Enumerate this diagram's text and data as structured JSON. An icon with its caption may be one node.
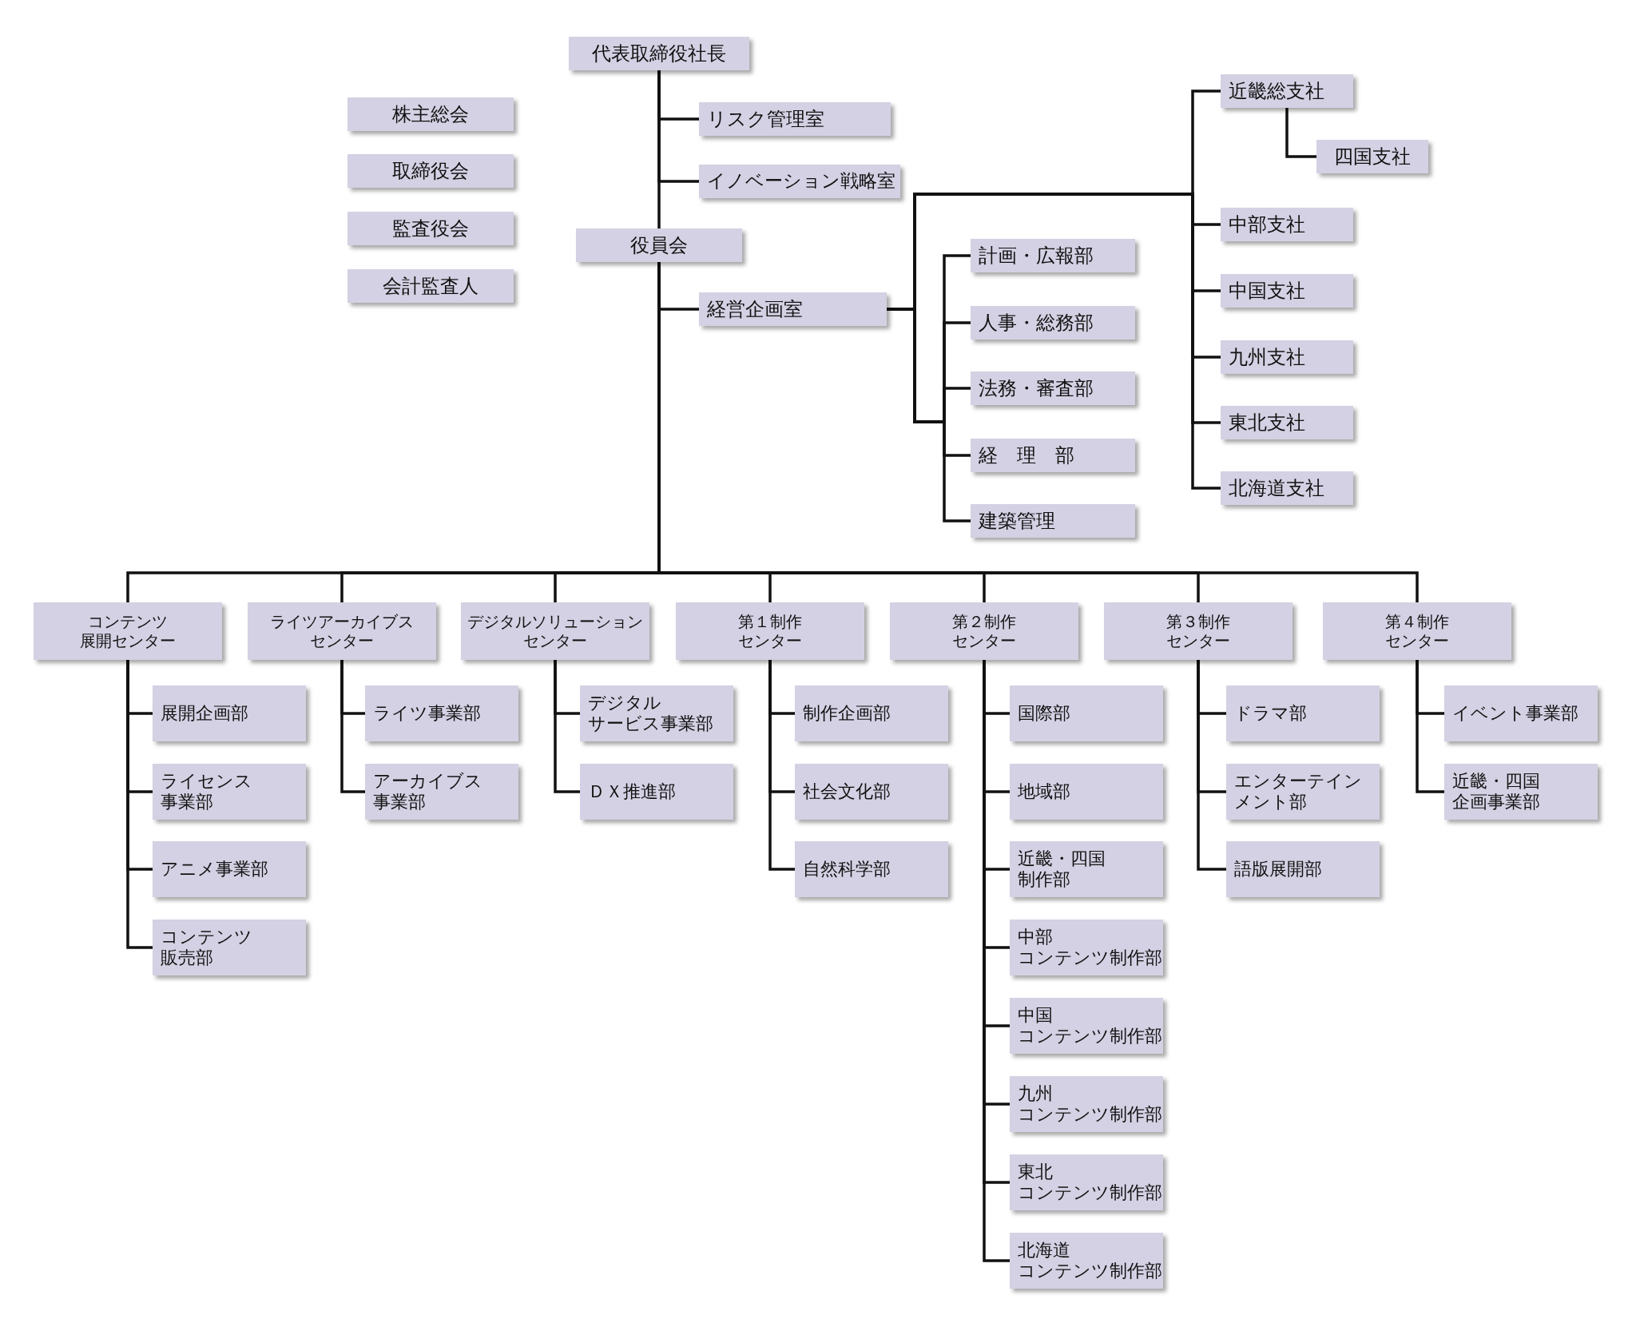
{
  "diagram": {
    "nodes": [
      {
        "text": [
          "代表取締役社長"
        ]
      },
      {
        "text": [
          "株主総会"
        ]
      },
      {
        "text": [
          "取締役会"
        ]
      },
      {
        "text": [
          "監査役会"
        ]
      },
      {
        "text": [
          "会計監査人"
        ]
      },
      {
        "text": [
          "リスク管理室"
        ]
      },
      {
        "text": [
          "イノベーション戦略室"
        ]
      },
      {
        "text": [
          "役員会"
        ]
      },
      {
        "text": [
          "経営企画室"
        ]
      },
      {
        "text": [
          "計画・広報部"
        ]
      },
      {
        "text": [
          "人事・総務部"
        ]
      },
      {
        "text": [
          "法務・審査部"
        ]
      },
      {
        "text": [
          "経　理　部"
        ]
      },
      {
        "text": [
          "建築管理"
        ]
      },
      {
        "text": [
          "近畿総支社"
        ]
      },
      {
        "text": [
          "四国支社"
        ]
      },
      {
        "text": [
          "中部支社"
        ]
      },
      {
        "text": [
          "中国支社"
        ]
      },
      {
        "text": [
          "九州支社"
        ]
      },
      {
        "text": [
          "東北支社"
        ]
      },
      {
        "text": [
          "北海道支社"
        ]
      },
      {
        "text": [
          "コンテンツ展開センター"
        ]
      },
      {
        "text": [
          "ライツアーカイブスセンター"
        ]
      },
      {
        "text": [
          "デジタルソリューションセンター"
        ]
      },
      {
        "text": [
          "第１制作センター"
        ]
      },
      {
        "text": [
          "第２制作センター"
        ]
      },
      {
        "text": [
          "第３制作センター"
        ]
      },
      {
        "text": [
          "第４制作センター"
        ]
      },
      {
        "text": [
          "展開企画部"
        ]
      },
      {
        "text": [
          "ライセンス事業部"
        ]
      },
      {
        "text": [
          "アニメ事業部"
        ]
      },
      {
        "text": [
          "コンテンツ販売部"
        ]
      },
      {
        "text": [
          "ライツ事業部"
        ]
      },
      {
        "text": [
          "アーカイブス事業部"
        ]
      },
      {
        "text": [
          "デジタルサービス事業部"
        ]
      },
      {
        "text": [
          "ＤＸ推進部"
        ]
      },
      {
        "text": [
          "制作企画部"
        ]
      },
      {
        "text": [
          "社会文化部"
        ]
      },
      {
        "text": [
          "自然科学部"
        ]
      },
      {
        "text": [
          "国際部"
        ]
      },
      {
        "text": [
          "地域部"
        ]
      },
      {
        "text": [
          "近畿・四国制作部"
        ]
      },
      {
        "text": [
          "中部コンテンツ制作部"
        ]
      },
      {
        "text": [
          "中国コンテンツ制作部"
        ]
      },
      {
        "text": [
          "九州コンテンツ制作部"
        ]
      },
      {
        "text": [
          "東北コンテンツ制作部"
        ]
      },
      {
        "text": [
          "北海道コンテンツ制作部"
        ]
      },
      {
        "text": [
          "ドラマ部"
        ]
      },
      {
        "text": [
          "エンターテインメント部"
        ]
      },
      {
        "text": [
          "語版展開部"
        ]
      },
      {
        "text": [
          "イベント事業部"
        ]
      },
      {
        "text": [
          "近畿・四国企画事業部"
        ]
      }
    ],
    "edges": [
      {
        "from": 0,
        "to": 5,
        "arrow": "none"
      },
      {
        "from": 0,
        "to": 6,
        "arrow": "none"
      },
      {
        "from": 0,
        "to": 7,
        "arrow": "none"
      },
      {
        "from": 7,
        "to": 8,
        "arrow": "none"
      },
      {
        "from": 8,
        "to": 9,
        "arrow": "none"
      },
      {
        "from": 8,
        "to": 10,
        "arrow": "none"
      },
      {
        "from": 8,
        "to": 11,
        "arrow": "none"
      },
      {
        "from": 8,
        "to": 12,
        "arrow": "none"
      },
      {
        "from": 8,
        "to": 13,
        "arrow": "none"
      },
      {
        "from": 8,
        "to": 14,
        "arrow": "none"
      },
      {
        "from": 14,
        "to": 15,
        "arrow": "none"
      },
      {
        "from": 8,
        "to": 16,
        "arrow": "none"
      },
      {
        "from": 8,
        "to": 17,
        "arrow": "none"
      },
      {
        "from": 8,
        "to": 18,
        "arrow": "none"
      },
      {
        "from": 8,
        "to": 19,
        "arrow": "none"
      },
      {
        "from": 8,
        "to": 20,
        "arrow": "none"
      },
      {
        "from": 7,
        "to": 21,
        "arrow": "none"
      },
      {
        "from": 7,
        "to": 22,
        "arrow": "none"
      },
      {
        "from": 7,
        "to": 23,
        "arrow": "none"
      },
      {
        "from": 7,
        "to": 24,
        "arrow": "none"
      },
      {
        "from": 7,
        "to": 25,
        "arrow": "none"
      },
      {
        "from": 7,
        "to": 26,
        "arrow": "none"
      },
      {
        "from": 7,
        "to": 27,
        "arrow": "none"
      },
      {
        "from": 21,
        "to": 28,
        "arrow": "none"
      },
      {
        "from": 21,
        "to": 29,
        "arrow": "none"
      },
      {
        "from": 21,
        "to": 30,
        "arrow": "none"
      },
      {
        "from": 21,
        "to": 31,
        "arrow": "none"
      },
      {
        "from": 22,
        "to": 32,
        "arrow": "none"
      },
      {
        "from": 22,
        "to": 33,
        "arrow": "none"
      },
      {
        "from": 23,
        "to": 34,
        "arrow": "none"
      },
      {
        "from": 23,
        "to": 35,
        "arrow": "none"
      },
      {
        "from": 24,
        "to": 36,
        "arrow": "none"
      },
      {
        "from": 24,
        "to": 37,
        "arrow": "none"
      },
      {
        "from": 24,
        "to": 38,
        "arrow": "none"
      },
      {
        "from": 25,
        "to": 39,
        "arrow": "none"
      },
      {
        "from": 25,
        "to": 40,
        "arrow": "none"
      },
      {
        "from": 25,
        "to": 41,
        "arrow": "none"
      },
      {
        "from": 25,
        "to": 42,
        "arrow": "none"
      },
      {
        "from": 25,
        "to": 43,
        "arrow": "none"
      },
      {
        "from": 25,
        "to": 44,
        "arrow": "none"
      },
      {
        "from": 25,
        "to": 45,
        "arrow": "none"
      },
      {
        "from": 25,
        "to": 46,
        "arrow": "none"
      },
      {
        "from": 26,
        "to": 47,
        "arrow": "none"
      },
      {
        "from": 26,
        "to": 48,
        "arrow": "none"
      },
      {
        "from": 26,
        "to": 49,
        "arrow": "none"
      },
      {
        "from": 27,
        "to": 50,
        "arrow": "none"
      },
      {
        "from": 27,
        "to": 51,
        "arrow": "none"
      }
    ]
  }
}
